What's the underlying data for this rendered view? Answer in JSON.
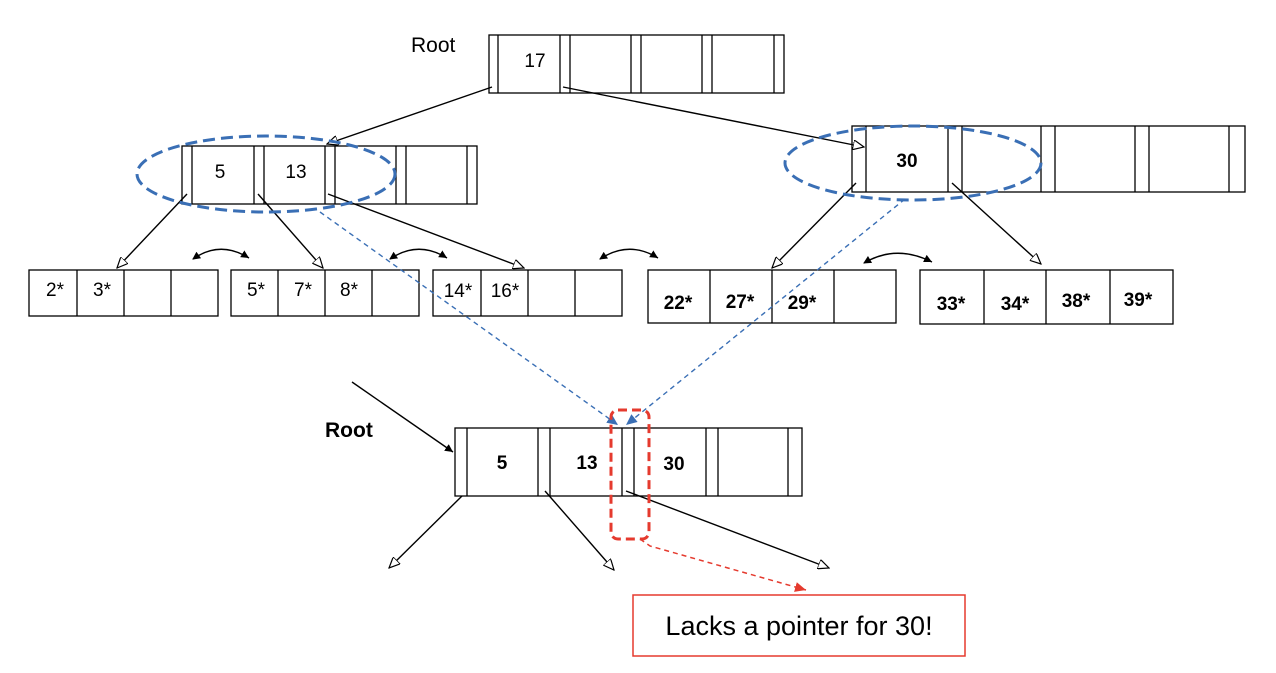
{
  "tree": {
    "root_label": "Root",
    "root_keys": [
      "17",
      "",
      "",
      ""
    ],
    "left_internal_keys": [
      "5",
      "13",
      "",
      ""
    ],
    "right_internal_keys": [
      "30",
      "",
      "",
      ""
    ],
    "leaves": [
      [
        "2*",
        "3*",
        "",
        ""
      ],
      [
        "5*",
        "7*",
        "8*",
        ""
      ],
      [
        "14*",
        "16*",
        "",
        ""
      ],
      [
        "22*",
        "27*",
        "29*",
        ""
      ],
      [
        "33*",
        "34*",
        "38*",
        "39*"
      ]
    ]
  },
  "merged": {
    "root_label": "Root",
    "keys": [
      "5",
      "13",
      "30",
      ""
    ]
  },
  "annotation": {
    "text": "Lacks a pointer for 30!"
  },
  "colors": {
    "outline": "#000000",
    "highlight_ellipse": "#3a6fb5",
    "highlight_pointer": "#e53a2e",
    "note_border": "#e53a2e"
  }
}
